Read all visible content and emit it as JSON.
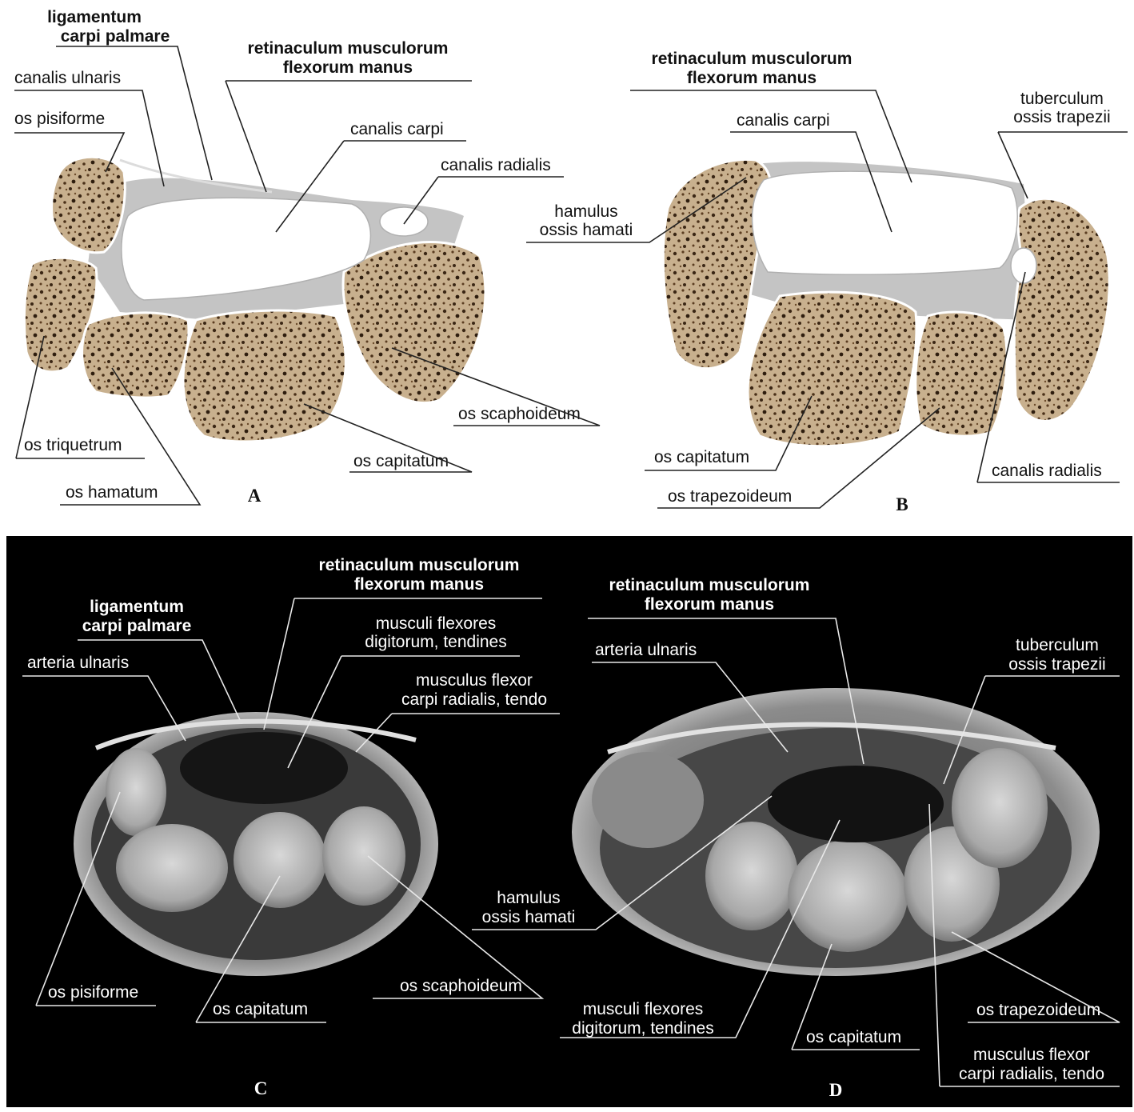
{
  "colors": {
    "bone": "#c8b08e",
    "soft_tissue": "#c4c4c4",
    "mri_background": "#000000",
    "label_line": "#222222"
  },
  "panel_A": {
    "letter": "A",
    "labels": {
      "lig_l1": "ligamentum",
      "lig_l2": "carpi palmare",
      "ret_l1": "retinaculum musculorum",
      "ret_l2": "flexorum manus",
      "canalis_ulnaris": "canalis ulnaris",
      "os_pisiforme": "os pisiforme",
      "canalis_carpi": "canalis carpi",
      "canalis_radialis": "canalis radialis",
      "os_scaphoideum": "os scaphoideum",
      "os_triquetrum": "os triquetrum",
      "os_capitatum": "os capitatum",
      "os_hamatum": "os hamatum"
    }
  },
  "panel_B": {
    "letter": "B",
    "labels": {
      "ret_l1": "retinaculum musculorum",
      "ret_l2": "flexorum manus",
      "tub_l1": "tuberculum",
      "tub_l2": "ossis trapezii",
      "canalis_carpi": "canalis carpi",
      "ham_l1": "hamulus",
      "ham_l2": "ossis hamati",
      "os_capitatum": "os capitatum",
      "os_trapezoideum": "os trapezoideum",
      "canalis_radialis": "canalis radialis"
    }
  },
  "panel_C": {
    "letter": "C",
    "labels": {
      "ret_l1": "retinaculum musculorum",
      "ret_l2": "flexorum manus",
      "lig_l1": "ligamentum",
      "lig_l2": "carpi palmare",
      "mfd_l1": "musculi flexores",
      "mfd_l2": "digitorum, tendines",
      "arteria_ulnaris": "arteria ulnaris",
      "mfcr_l1": "musculus flexor",
      "mfcr_l2": "carpi radialis, tendo",
      "os_pisiforme": "os pisiforme",
      "os_capitatum": "os capitatum",
      "os_scaphoideum": "os scaphoideum"
    }
  },
  "panel_D": {
    "letter": "D",
    "labels": {
      "ret_l1": "retinaculum musculorum",
      "ret_l2": "flexorum manus",
      "arteria_ulnaris": "arteria ulnaris",
      "tub_l1": "tuberculum",
      "tub_l2": "ossis trapezii",
      "ham_l1": "hamulus",
      "ham_l2": "ossis hamati",
      "mfd_l1": "musculi flexores",
      "mfd_l2": "digitorum, tendines",
      "os_capitatum": "os capitatum",
      "os_trapezoideum": "os trapezoideum",
      "mfcr_l1": "musculus flexor",
      "mfcr_l2": "carpi radialis, tendo"
    }
  }
}
